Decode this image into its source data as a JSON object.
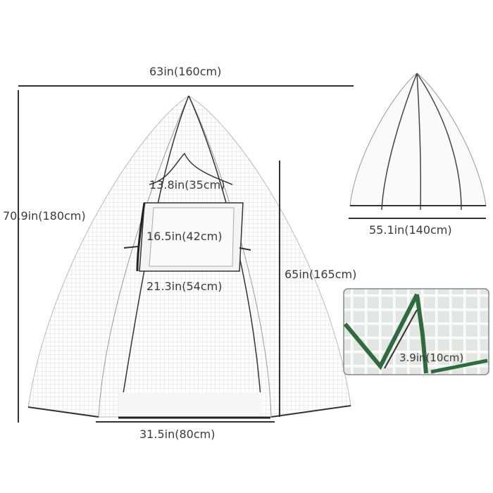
{
  "dimensions": {
    "total_width": "63in(160cm)",
    "total_height": "70.9in(180cm)",
    "window_top_width": "13.8in(35cm)",
    "window_height": "16.5in(42cm)",
    "window_bottom_width": "21.3in(54cm)",
    "door_height": "65in(165cm)",
    "door_width": "31.5in(80cm)",
    "side_depth": "55.1in(140cm)",
    "grid_spacing": "3.9in(10cm)"
  },
  "colors": {
    "cover": "#ffffff",
    "grid": "#d8d8d8",
    "frame_edge": "#2a2a2a",
    "trim_green": "#2f6b3c",
    "dimension_line": "#333333"
  }
}
